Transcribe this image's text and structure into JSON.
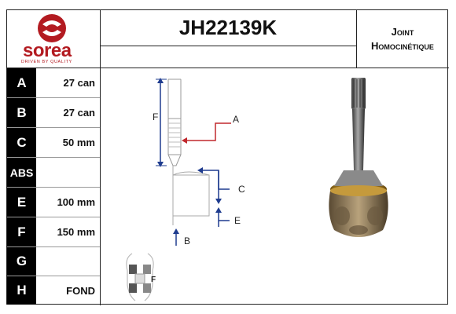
{
  "header": {
    "brand": "sorea",
    "brand_tagline": "DRIVEN BY QUALITY",
    "part_number": "JH22139K",
    "title_line1": "Joint",
    "title_line2": "Homocinétique"
  },
  "specs": [
    {
      "key": "A",
      "value": "27 can"
    },
    {
      "key": "B",
      "value": "27 can"
    },
    {
      "key": "C",
      "value": "50 mm"
    },
    {
      "key": "ABS",
      "value": ""
    },
    {
      "key": "E",
      "value": "100 mm"
    },
    {
      "key": "F",
      "value": "150 mm"
    },
    {
      "key": "G",
      "value": ""
    },
    {
      "key": "H",
      "value": "FOND"
    }
  ],
  "diagram": {
    "labels": {
      "a": "A",
      "b": "B",
      "c": "C",
      "e": "E",
      "f": "F",
      "small_f": "F"
    }
  },
  "colors": {
    "brand_red": "#b31b21",
    "arrow_red": "#c0282d",
    "dimension_blue": "#1f3c8f",
    "key_bg": "#000000"
  }
}
